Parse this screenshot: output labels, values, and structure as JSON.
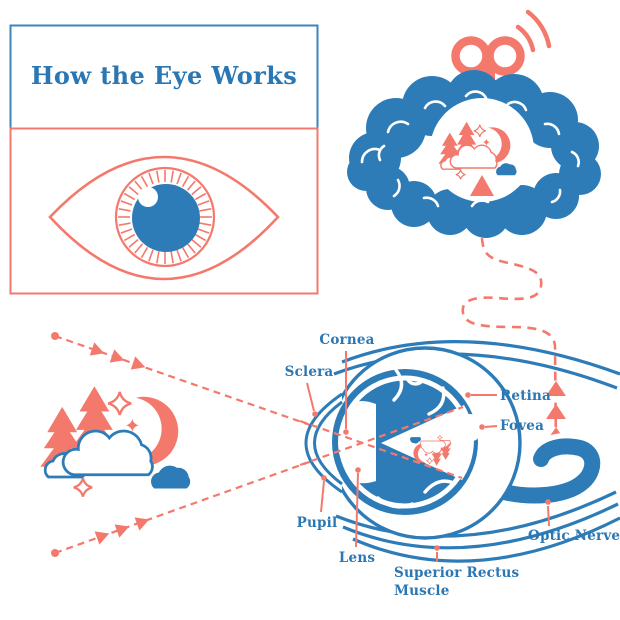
{
  "header": {
    "title": "How the Eye Works"
  },
  "eye_diagram": {
    "labels": {
      "cornea": "Cornea",
      "sclera": "Sclera",
      "retina": "Retina",
      "fovea": "Fovea",
      "pupil": "Pupil",
      "lens": "Lens",
      "optic_nerve": "Optic Nerve",
      "muscle_line1": "Superior Rectus",
      "muscle_line2": "Muscle"
    }
  },
  "icons": [
    "eye-icon",
    "brain-icon",
    "wind-up-key-icon",
    "signal-arcs-icon",
    "scene-moon-icon",
    "scene-trees-icon",
    "scene-cloud-icon",
    "sparkle-icon",
    "light-ray-arrow-icon",
    "signal-path-arrow-icon"
  ],
  "colors": {
    "blue": "#2d7cb8",
    "coral": "#f4796d",
    "label_blue": "#2b77b3",
    "background": "#ffffff"
  }
}
